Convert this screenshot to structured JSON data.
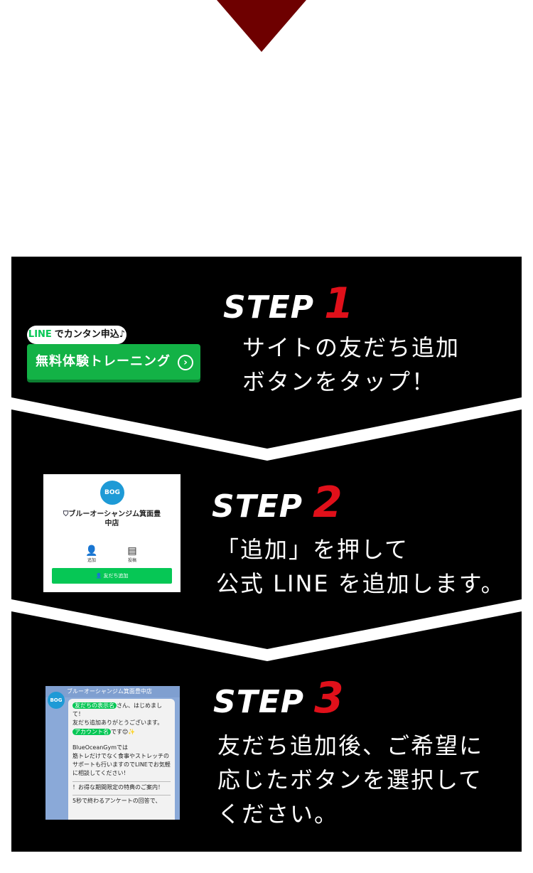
{
  "colors": {
    "accent_red": "#e0101a",
    "dark_red": "#6e0000",
    "line_green": "#13b246",
    "panel": "#000000"
  },
  "step1": {
    "label": "STEP",
    "number": "1",
    "text_lines": [
      "サイトの友だち追加",
      "ボタンをタップ！"
    ],
    "bubble_line": "LINE",
    "bubble_text": "でカンタン申込♪",
    "button_label": "無料体験トレーニング",
    "button_icon": "chevron-right-circle-icon"
  },
  "step2": {
    "label": "STEP",
    "number": "2",
    "text_lines": [
      "「追加」を押して",
      "公式 LINE を追加します。"
    ],
    "card": {
      "avatar": "BOG",
      "name_line1": "ブルーオーシャンジム箕面豊",
      "name_line2": "中店",
      "action_add": "追加",
      "action_post": "投稿",
      "add_button": "友だち追加"
    }
  },
  "step3": {
    "label": "STEP",
    "number": "3",
    "text_lines": [
      "友だち追加後、ご希望に",
      "応じたボタンを選択して",
      "ください。"
    ],
    "chat": {
      "header": "ブルーオーシャンジム箕面豊中店",
      "avatar": "BOG",
      "pill_friend": "友だちの表示名",
      "line1_rest": "さん、はじめまして！",
      "line2": "友だち追加ありがとうございます。",
      "pill_account": "アカウント名",
      "line3_rest": "です😊✨",
      "line4": "BlueOceanGymでは",
      "line5": "筋トレだけでなく食事やストレッチの",
      "line6": "サポートも行いますのでLINEでお気軽",
      "line7": "に相談してください！",
      "line8": "！お得な期間限定の特典のご案内！",
      "line9": "5秒で終わるアンケートの回答で、"
    }
  }
}
